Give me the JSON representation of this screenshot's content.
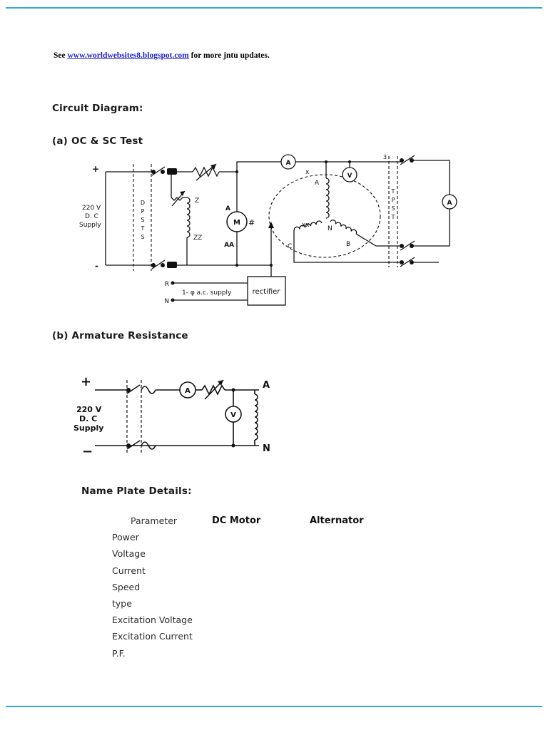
{
  "header": {
    "prefix": "See ",
    "link": "www.worldwebsites8.blogspot.com",
    "suffix": " for more jntu updates."
  },
  "sections": {
    "circuit_diagram": "Circuit Diagram:",
    "test_a": "(a) OC & SC Test",
    "test_b": "(b) Armature Resistance",
    "nameplate": "Name Plate Details:"
  },
  "accent_color": "#35A8D6",
  "diagram_a": {
    "plus": "+",
    "minus": "-",
    "supply": [
      "220 V",
      "D. C",
      "Supply"
    ],
    "switch_left": [
      "D",
      "P",
      "S",
      "T",
      "S"
    ],
    "switch_right": [
      "T",
      "P",
      "S",
      "T"
    ],
    "field_top": "Z",
    "field_bottom": "ZZ",
    "armature_top": "A",
    "armature_bottom": "AA",
    "motor": "M",
    "hash": "#",
    "ammeter_motor": "A",
    "terminal_x": "x",
    "terminal_xx": "xx",
    "winding_a": "A",
    "winding_b": "B",
    "winding_c": "C",
    "neutral": "N",
    "voltmeter": "V",
    "ammeter_load": "A",
    "phase_3": "3",
    "line_r": "R",
    "line_n": "N",
    "ac_supply": "1- φ a.c. supply",
    "rectifier": "rectifier"
  },
  "diagram_b": {
    "plus": "+",
    "minus": "−",
    "supply": [
      "220 V",
      "D. C",
      "Supply"
    ],
    "ammeter": "A",
    "voltmeter": "V",
    "terminal_a": "A",
    "terminal_n": "N"
  },
  "nameplate_table": {
    "headers": [
      "Parameter",
      "DC Motor",
      "Alternator"
    ],
    "rows": [
      "Power",
      "Voltage",
      "Current",
      "Speed",
      "type",
      "Excitation Voltage",
      "Excitation Current",
      "P.F."
    ]
  }
}
